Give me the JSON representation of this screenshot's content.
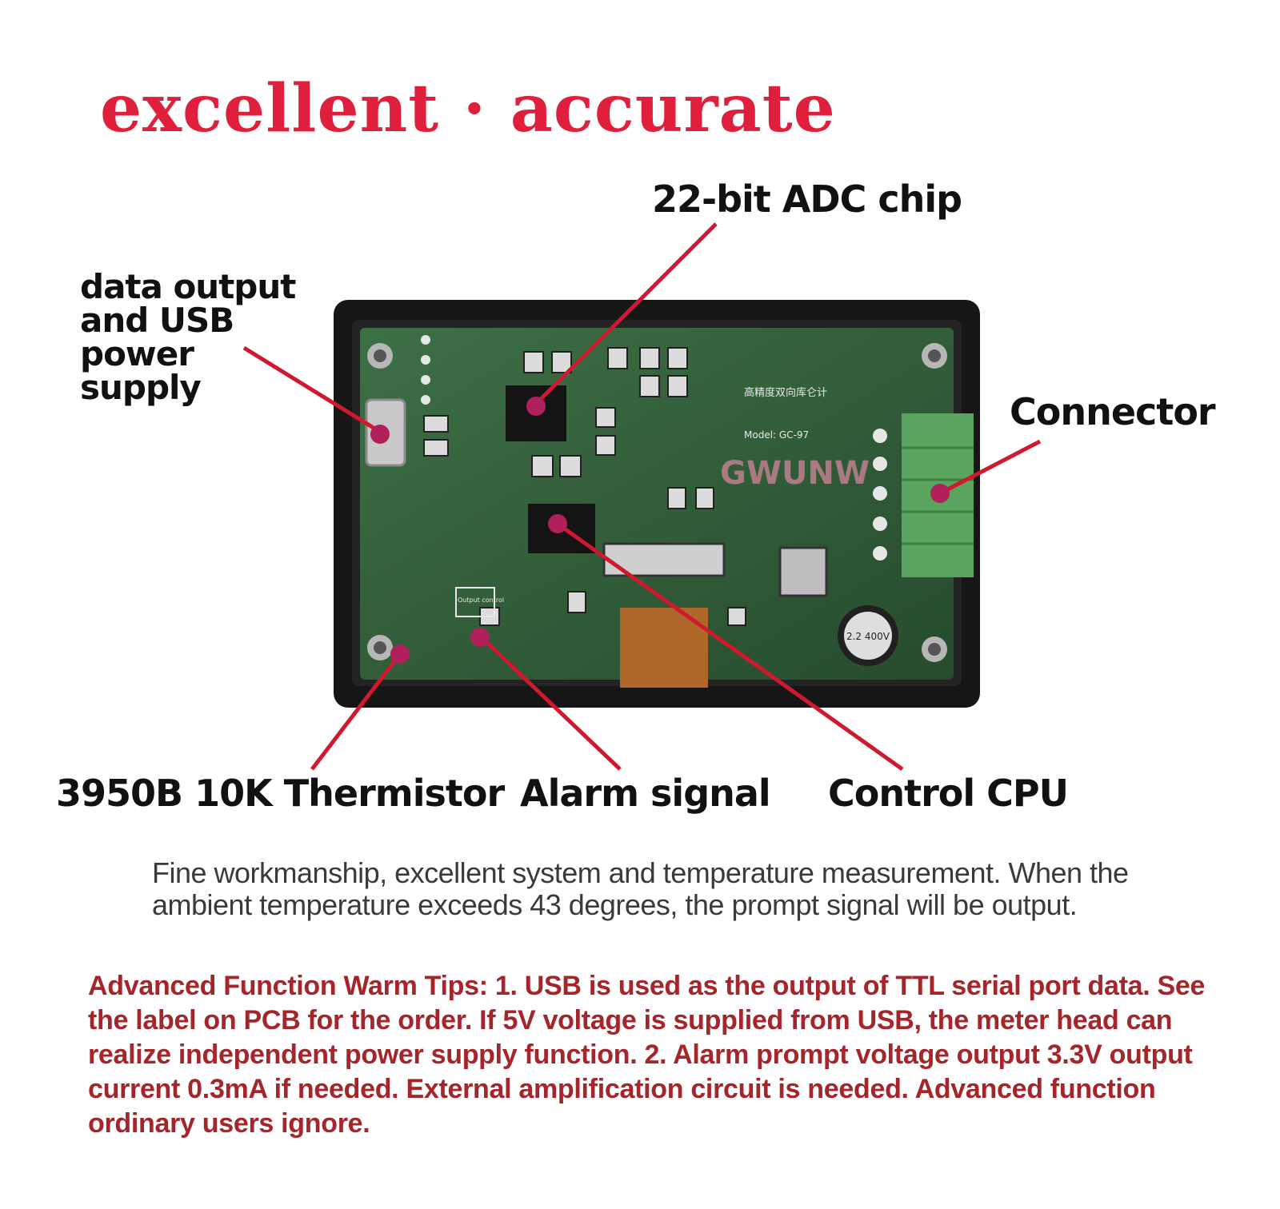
{
  "headline": "excellent · accurate",
  "callouts": {
    "adc_chip": "22-bit ADC chip",
    "usb": "data output and USB power supply",
    "connector": "Connector",
    "thermistor": "3950B 10K Thermistor",
    "alarm": "Alarm signal",
    "cpu": "Control CPU"
  },
  "board": {
    "brand": "GWUNW",
    "chinese_label": "高精度双向库仑计",
    "model": "Model: GC-97",
    "output_control": "Output control",
    "capacitor": "2.2 400V"
  },
  "description": "Fine workmanship, excellent system and temperature measurement. When the ambient temperature exceeds 43 degrees, the prompt signal will be output.",
  "tips": "Advanced Function Warm Tips: 1. USB is used as the output of TTL serial port data. See the label on PCB for the order. If 5V voltage is supplied from USB, the meter head can realize independent power supply function. 2. Alarm prompt voltage output 3.3V output current 0.3mA if needed. External amplification circuit is needed. Advanced function ordinary users ignore.",
  "colors": {
    "headline": "#e01f3c",
    "leader_line": "#d0182e",
    "marker_dot": "#b0205a",
    "pcb_green": "#2f5a37",
    "tips_text": "#a5252b"
  }
}
